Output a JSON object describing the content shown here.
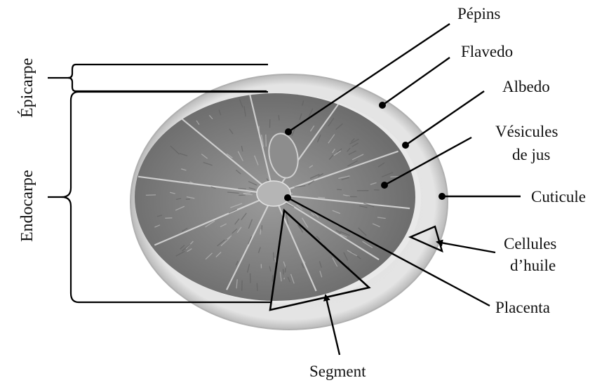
{
  "labels": {
    "pepins": "Pépins",
    "flavedo": "Flavedo",
    "albedo": "Albedo",
    "vesicules_line1": "Vésicules",
    "vesicules_line2": "de jus",
    "cuticule": "Cuticule",
    "cellules_line1": "Cellules",
    "cellules_line2": "d’huile",
    "placenta": "Placenta",
    "segment": "Segment",
    "epicarpe": "Épicarpe",
    "endocarpe": "Endocarpe"
  },
  "colors": {
    "rind_outer": "#c9c9c9",
    "albedo": "#e6e6e6",
    "flesh": "#7c7c7c",
    "membrane": "#dcdcdc",
    "ink": "#000000"
  }
}
